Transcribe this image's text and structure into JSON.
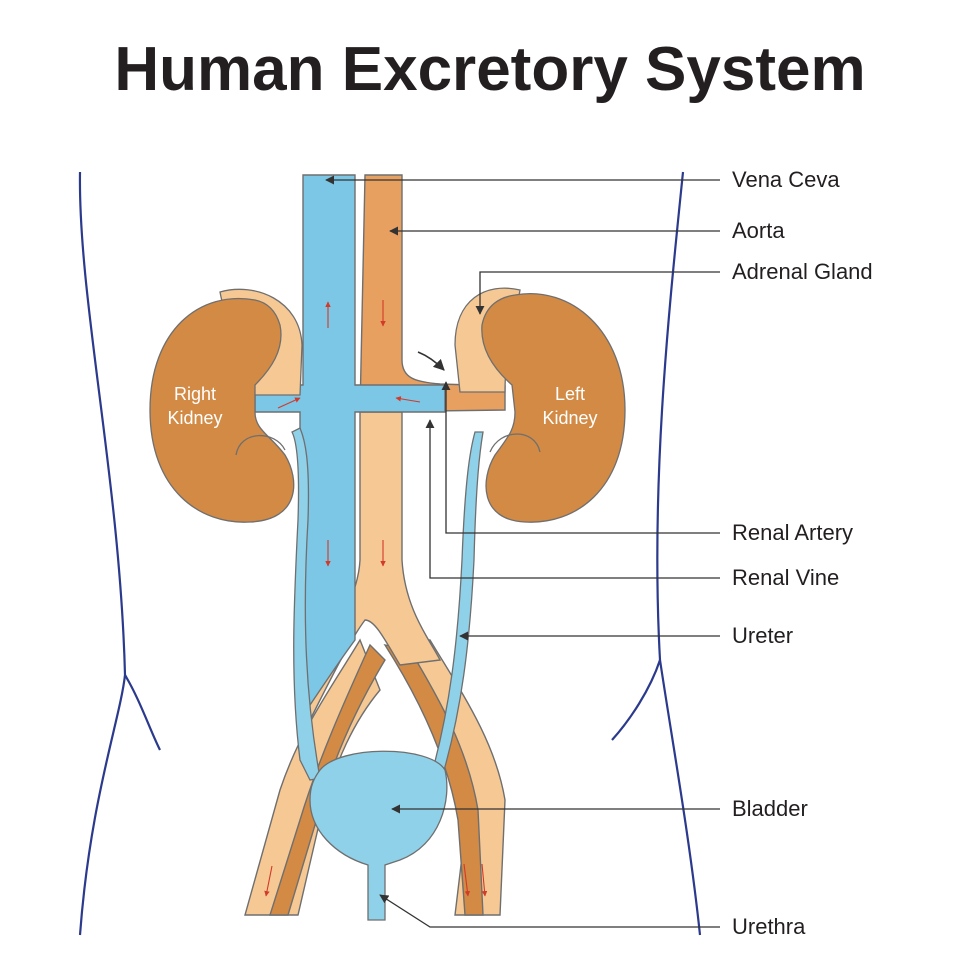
{
  "title": "Human Excretory System",
  "kidneys": {
    "right": {
      "line1": "Right",
      "line2": "Kidney"
    },
    "left": {
      "line1": "Left",
      "line2": "Kidney"
    }
  },
  "callouts": [
    {
      "id": "vena-cava",
      "label": "Vena Ceva"
    },
    {
      "id": "aorta",
      "label": "Aorta"
    },
    {
      "id": "adrenal-gland",
      "label": "Adrenal Gland"
    },
    {
      "id": "renal-artery",
      "label": "Renal Artery"
    },
    {
      "id": "renal-vein",
      "label": "Renal Vine"
    },
    {
      "id": "ureter",
      "label": "Ureter"
    },
    {
      "id": "bladder",
      "label": "Bladder"
    },
    {
      "id": "urethra",
      "label": "Urethra"
    }
  ],
  "colors": {
    "vein": "#7cc6e6",
    "artery": "#e8a060",
    "kidney": "#d28a44",
    "adrenal": "#f6c994",
    "vessel_pale": "#f6c994",
    "bladder": "#8fd1e8",
    "outline": "#6f6f6f",
    "body_outline": "#2b3a8c",
    "flow_arrow": "#d23a2a"
  }
}
